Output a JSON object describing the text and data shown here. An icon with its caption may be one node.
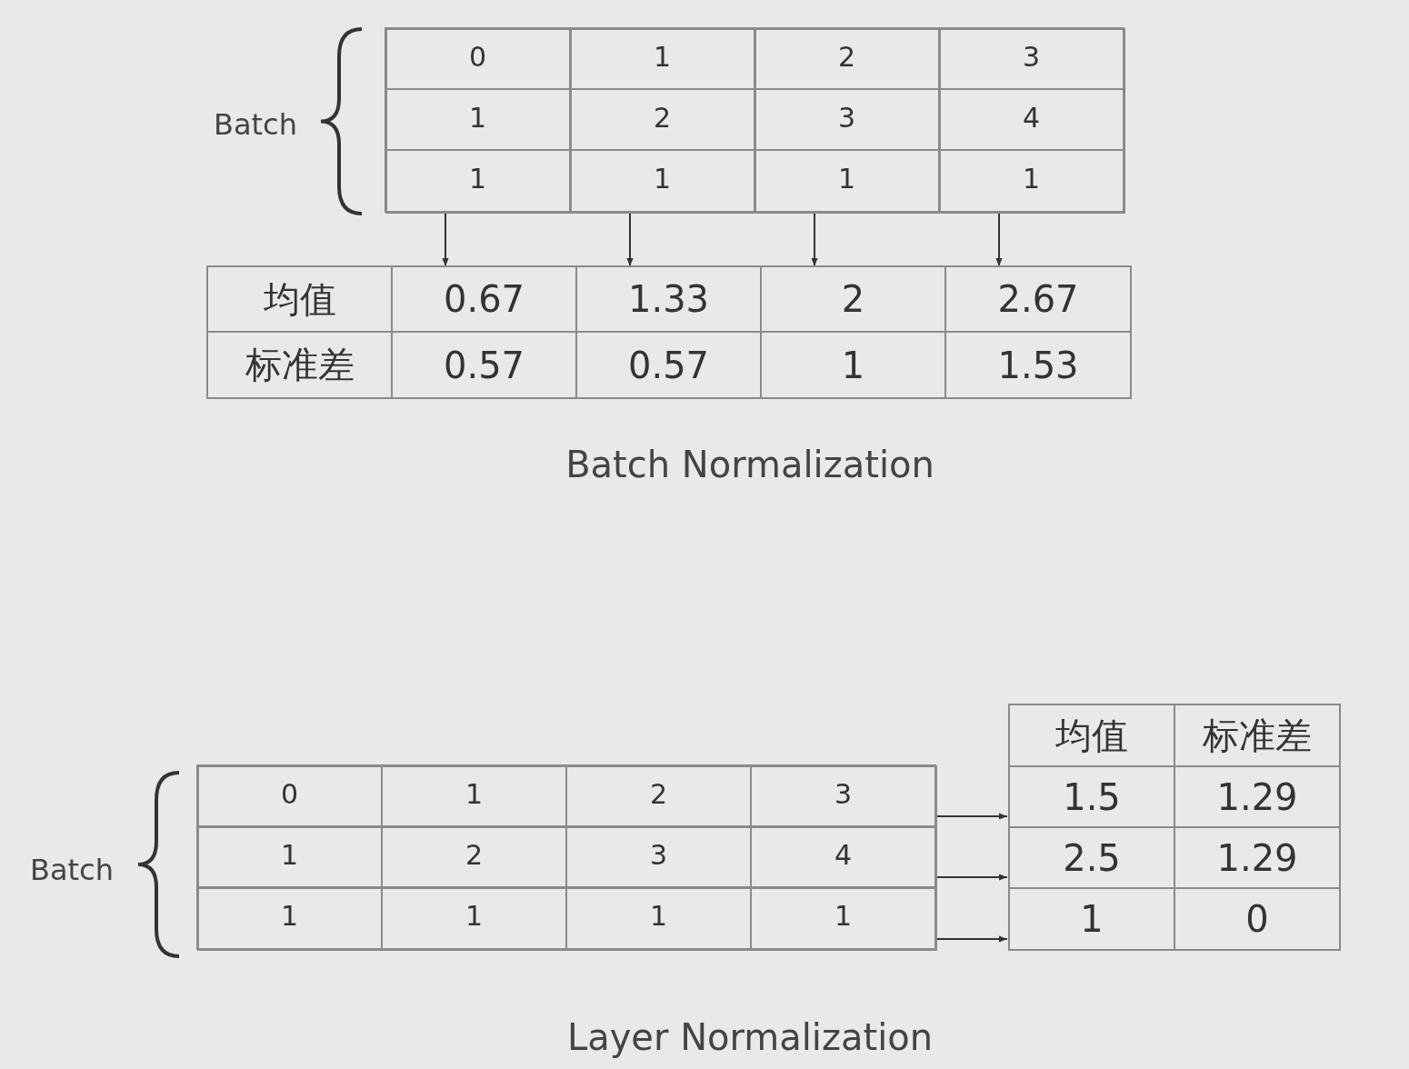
{
  "diagram": {
    "nodes": [
      {
        "text": [],
        "shape": "box"
      },
      {
        "text": [
          "0"
        ],
        "in": 0
      },
      {
        "text": [
          "1"
        ],
        "in": 0
      },
      {
        "text": [
          "1"
        ],
        "in": 0
      },
      {
        "text": [],
        "shape": "box"
      },
      {
        "text": [
          "1"
        ],
        "in": 4
      },
      {
        "text": [
          "2"
        ],
        "in": 4
      },
      {
        "text": [
          "1"
        ],
        "in": 4
      },
      {
        "text": [],
        "shape": "box"
      },
      {
        "text": [
          "2"
        ],
        "in": 8
      },
      {
        "text": [
          "3"
        ],
        "in": 8
      },
      {
        "text": [
          "1"
        ],
        "in": 8
      },
      {
        "text": [],
        "shape": "box"
      },
      {
        "text": [
          "3"
        ],
        "in": 12
      },
      {
        "text": [
          "4"
        ],
        "in": 12
      },
      {
        "text": [
          "1"
        ],
        "in": 12
      },
      {
        "text": [
          "均值"
        ]
      },
      {
        "text": [
          "0.67"
        ]
      },
      {
        "text": [
          "1.33"
        ]
      },
      {
        "text": [
          "2"
        ]
      },
      {
        "text": [
          "2.67"
        ]
      },
      {
        "text": [
          "标准差"
        ]
      },
      {
        "text": [
          "0.57"
        ]
      },
      {
        "text": [
          "0.57"
        ]
      },
      {
        "text": [
          "1"
        ]
      },
      {
        "text": [
          "1.53"
        ]
      },
      {
        "text": [],
        "shape": "box"
      },
      {
        "text": [
          "0"
        ],
        "in": 26
      },
      {
        "text": [
          "1"
        ],
        "in": 26
      },
      {
        "text": [
          "2"
        ],
        "in": 26
      },
      {
        "text": [
          "3"
        ],
        "in": 26
      },
      {
        "text": [],
        "shape": "box"
      },
      {
        "text": [
          "1"
        ],
        "in": 31
      },
      {
        "text": [
          "2"
        ],
        "in": 31
      },
      {
        "text": [
          "3"
        ],
        "in": 31
      },
      {
        "text": [
          "4"
        ],
        "in": 31
      },
      {
        "text": [],
        "shape": "box"
      },
      {
        "text": [
          "1"
        ],
        "in": 36
      },
      {
        "text": [
          "1"
        ],
        "in": 36
      },
      {
        "text": [
          "1"
        ],
        "in": 36
      },
      {
        "text": [
          "1"
        ],
        "in": 36
      },
      {
        "text": [
          "均值"
        ]
      },
      {
        "text": [
          "标准差"
        ]
      },
      {
        "text": [
          "1.5"
        ]
      },
      {
        "text": [
          "1.29"
        ]
      },
      {
        "text": [
          "2.5"
        ]
      },
      {
        "text": [
          "1.29"
        ]
      },
      {
        "text": [
          "1"
        ]
      },
      {
        "text": [
          "0"
        ]
      }
    ],
    "edges": [
      {
        "from": 0,
        "to": 17,
        "arrow": "to"
      },
      {
        "from": 4,
        "to": 18,
        "arrow": "to"
      },
      {
        "from": 8,
        "to": 19,
        "arrow": "to"
      },
      {
        "from": 12,
        "to": 20,
        "arrow": "to"
      },
      {
        "from": 26,
        "to": 43,
        "arrow": "to"
      },
      {
        "from": 31,
        "to": 45,
        "arrow": "to"
      },
      {
        "from": 36,
        "to": 47,
        "arrow": "to"
      }
    ],
    "labels": [
      "Batch",
      "Batch Normalization",
      "Batch",
      "Layer Normalization"
    ]
  }
}
